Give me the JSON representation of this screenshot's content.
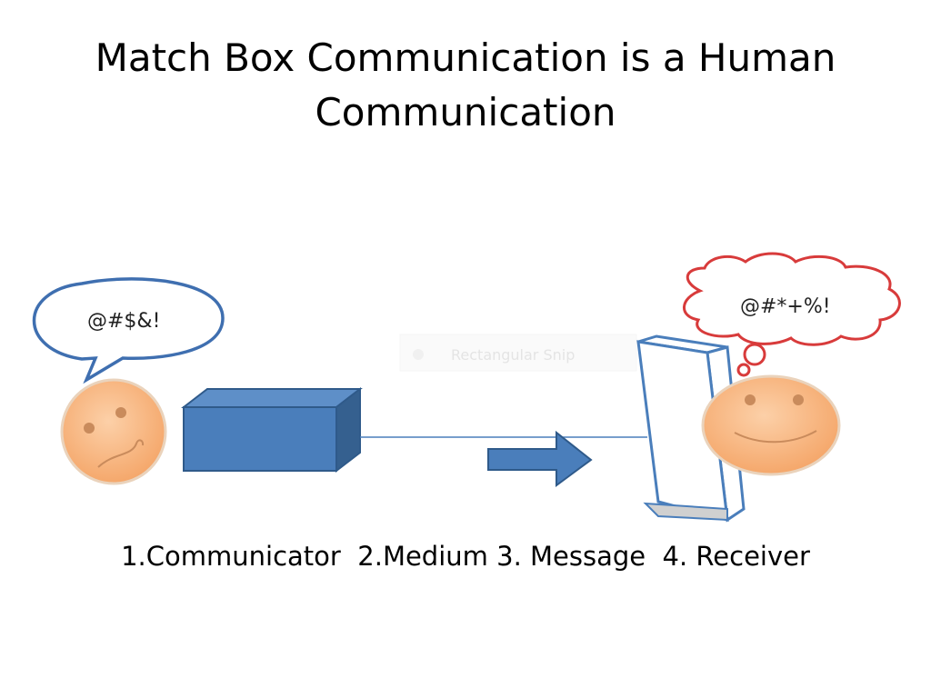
{
  "slide": {
    "title": "Match Box Communication is a Human Communication",
    "caption": "1.Communicator  2.Medium 3. Message  4. Receiver"
  },
  "diagram": {
    "sender_speech": "@#$&!",
    "receiver_thought": "@#*+%!",
    "snip_overlay_label": "Rectangular Snip",
    "icons": [
      "sender-face-icon",
      "receiver-face-icon",
      "medium-box-icon",
      "message-arrow-icon",
      "receiver-box-icon",
      "speech-bubble-icon",
      "thought-cloud-icon"
    ],
    "colors": {
      "face_fill": "#f9b27a",
      "face_stroke": "#e8c3a2",
      "box_fill": "#4a7ebb",
      "box_dark": "#35608f",
      "box_top": "#5e8fc8",
      "bubble_stroke": "#3f6fb0",
      "cloud_stroke": "#d83b3b"
    }
  }
}
